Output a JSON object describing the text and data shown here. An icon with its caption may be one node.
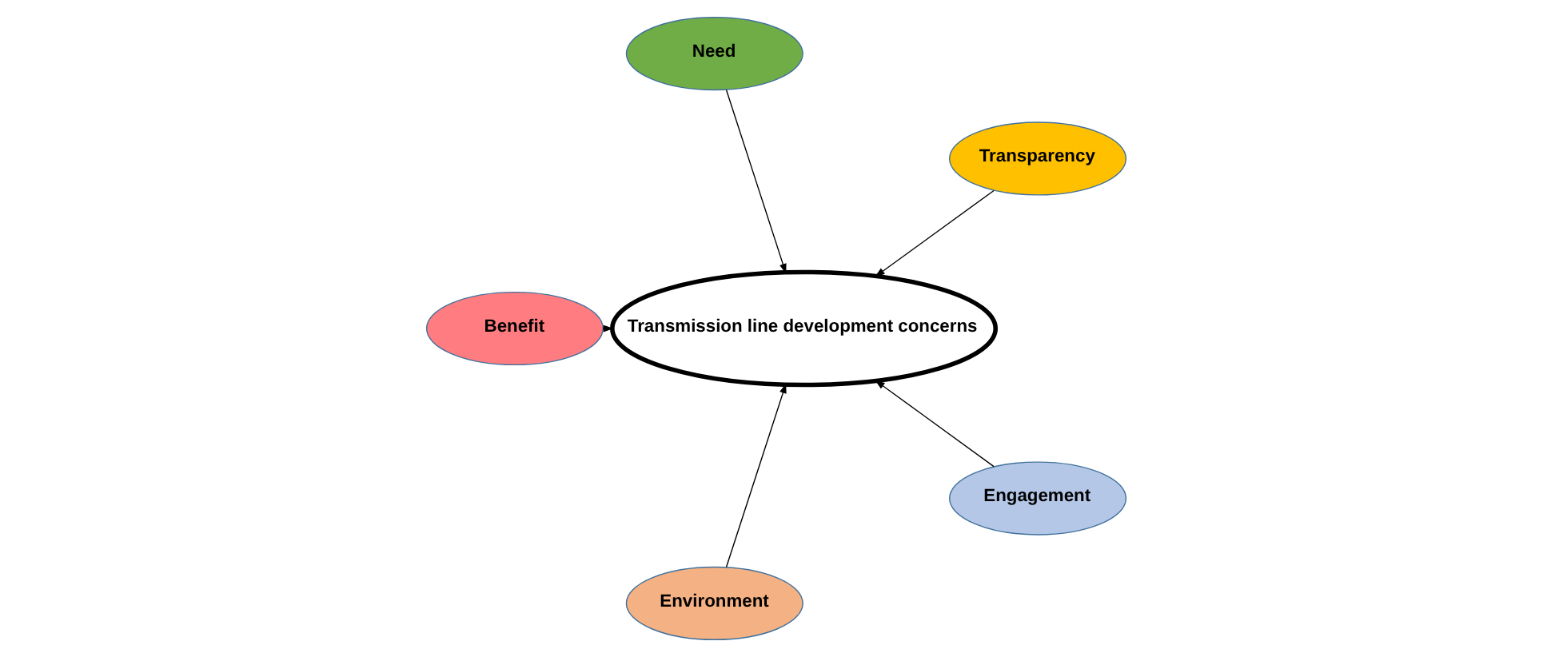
{
  "diagram": {
    "nodes": [
      {
        "text": [
          "Transparency"
        ]
      },
      {
        "text": [
          "Need"
        ]
      },
      {
        "text": [
          "Transmission line development concerns"
        ]
      },
      {
        "text": [
          "Benefit"
        ]
      },
      {
        "text": [
          "Environment"
        ]
      },
      {
        "text": [
          "Engagement"
        ]
      }
    ],
    "edges": [
      {
        "from": 0,
        "to": 2,
        "arrow": "to"
      },
      {
        "from": 1,
        "to": 2,
        "arrow": "to"
      },
      {
        "from": 3,
        "to": 2,
        "arrow": "to"
      },
      {
        "from": 4,
        "to": 2,
        "arrow": "to"
      },
      {
        "from": 5,
        "to": 2,
        "arrow": "to"
      }
    ]
  }
}
